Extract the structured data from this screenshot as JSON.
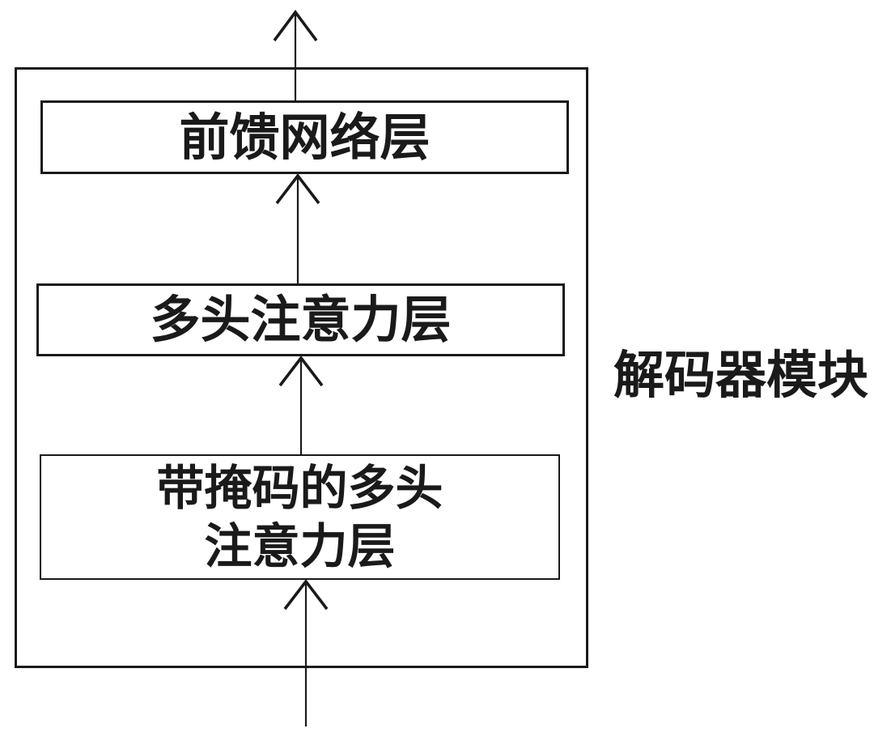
{
  "colors": {
    "ink": "#1a1a1a",
    "background": "#ffffff"
  },
  "diagram": {
    "module_label": "解码器模块",
    "nodes": [
      {
        "id": "feed-forward-layer",
        "label": "前馈网络层"
      },
      {
        "id": "multi-head-attention-layer",
        "label": "多头注意力层"
      },
      {
        "id": "masked-multi-head-attention-layer",
        "lines": [
          "带掩码的多头",
          "注意力层"
        ]
      }
    ],
    "arrows": [
      {
        "name": "decoder-input",
        "direction": "up"
      },
      {
        "name": "masked-mha-to-mha",
        "direction": "up"
      },
      {
        "name": "mha-to-feed-forward",
        "direction": "up"
      },
      {
        "name": "decoder-output",
        "direction": "up"
      }
    ]
  }
}
